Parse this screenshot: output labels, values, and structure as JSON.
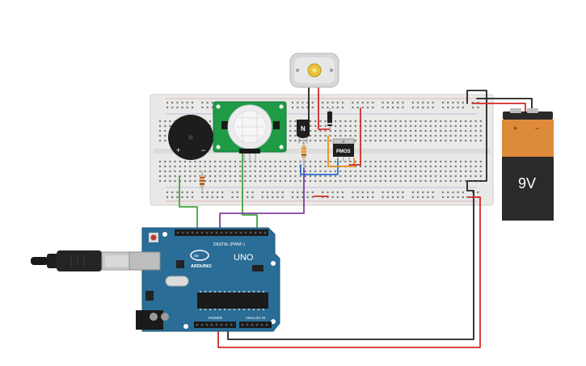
{
  "components": {
    "arduino": {
      "logo": "∞",
      "brand": "ARDUINO",
      "model": "UNO",
      "digital_header": "DIGITAL (PWM~)",
      "power_header": "POWER",
      "analog_header": "ANALOG IN"
    },
    "battery": {
      "voltage": "9V",
      "plus": "+",
      "minus": "−"
    },
    "pmos": {
      "label": "PMOS"
    },
    "npn": {
      "label": "N"
    },
    "buzzer": {
      "plus": "+",
      "minus": "−"
    },
    "pir": {
      "name": "pir-sensor"
    },
    "motor": {
      "name": "dc-motor"
    }
  },
  "wire_colors": {
    "green": "#43a63d",
    "purple": "#7b3fa0",
    "red": "#d42a2a",
    "black": "#222222",
    "blue": "#2a6fd4",
    "orange": "#e8901c"
  },
  "colors": {
    "breadboard": "#e9e9e7",
    "arduino_board": "#2a6d96",
    "pir_board": "#1f9a45",
    "battery_body": "#dd8a3a",
    "battery_bottom": "#2a2a2a"
  }
}
